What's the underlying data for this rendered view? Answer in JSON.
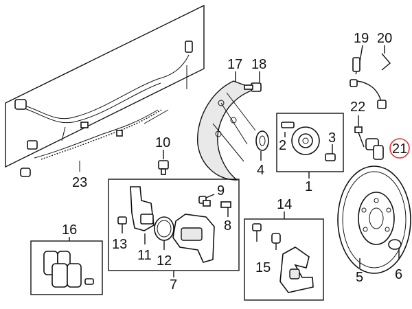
{
  "callouts": {
    "c1": "1",
    "c2": "2",
    "c3": "3",
    "c4": "4",
    "c5": "5",
    "c6": "6",
    "c7": "7",
    "c8": "8",
    "c9": "9",
    "c10": "10",
    "c11": "11",
    "c12": "12",
    "c13": "13",
    "c14": "14",
    "c15": "15",
    "c16": "16",
    "c17": "17",
    "c18": "18",
    "c19": "19",
    "c20": "20",
    "c21": "21",
    "c22": "22",
    "c23": "23"
  },
  "highlight_color": "#e03030"
}
